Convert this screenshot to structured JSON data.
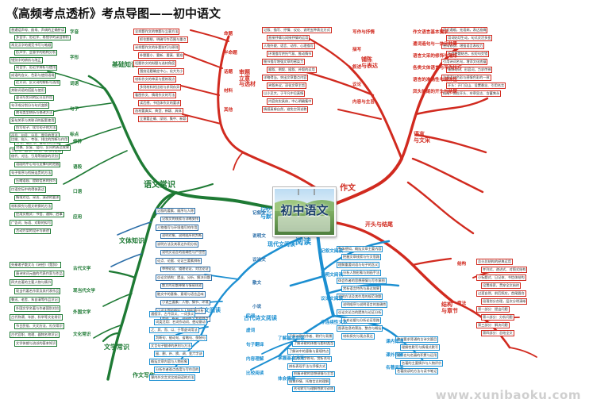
{
  "title": "《高频考点透析》考点导图——初中语文",
  "watermark": "www.xunibaoku.com",
  "center": {
    "label": "初中语文",
    "caption": ""
  },
  "branches": [
    {
      "id": "jichu",
      "label": "基础知识",
      "color": "#1e7a34"
    },
    {
      "id": "wenti",
      "label": "文体知识",
      "color": "#1e7a34"
    },
    {
      "id": "wenxue",
      "label": "文学常识",
      "color": "#1e7a34"
    },
    {
      "id": "yuwen",
      "label": "语文常识",
      "color": "#1e7a34"
    },
    {
      "id": "zuowen",
      "label": "作文",
      "color": "#d12a1f"
    },
    {
      "id": "yuedu",
      "label": "阅读",
      "color": "#1c8fd1"
    }
  ],
  "sub_labels": [
    {
      "id": "shenti",
      "text": "审题\n立意\n与选材",
      "color": "#d12a1f"
    },
    {
      "id": "puchen",
      "text": "铺陈\n与表达",
      "color": "#d12a1f"
    },
    {
      "id": "yuyan",
      "text": "语言\n与文采",
      "color": "#d12a1f"
    },
    {
      "id": "kaitou",
      "text": "开头与结尾",
      "color": "#d12a1f"
    },
    {
      "id": "jiegou",
      "text": "结构\n与章节",
      "color": "#d12a1f"
    },
    {
      "id": "xiandai",
      "text": "现代文阅读",
      "color": "#1c8fd1"
    },
    {
      "id": "wenyan",
      "text": "文言文阅读",
      "color": "#1c8fd1"
    },
    {
      "id": "gudai",
      "text": "古代诗文阅读",
      "color": "#1c8fd1"
    },
    {
      "id": "jizhu",
      "text": "记忆\n与默写",
      "color": "#1c8fd1"
    },
    {
      "id": "zuowenxiezuo",
      "text": "作文写作",
      "color": "#1e7a34"
    }
  ],
  "clusters": [
    {
      "id": "zi-ci",
      "color": "#1e7a34",
      "labels": [
        "字音",
        "字形",
        "词语",
        "句子",
        "标点"
      ],
      "items": [
        "普通话声母、韵母、声调的正确拼读",
        "多音字、形近字、易错字的读音辨析",
        "常见汉字的规范书写与笔顺",
        "形声字、会意字的结构分析",
        "错别字的辨析与改正",
        "同音字、形近字辨析与使用",
        "成语的含义、色彩与使用语境",
        "近义词、反义词的辨析与选用",
        "关联词语的搭配与使用",
        "虚词与实词的区分及作用",
        "句子成分划分与句式变换",
        "病句类型辨析与修改方法",
        "复句关系与关联词的配套使用",
        "仿写句子、续写句子的方法",
        "逗号、句号、分号、冒号的用法",
        "引号、破折号、省略号的作用",
        "书名号、括号、问号、叹号的使用"
      ]
    },
    {
      "id": "xiuci",
      "color": "#1e7a34",
      "labels": [
        "修辞",
        "语段",
        "口语",
        "应用"
      ],
      "items": [
        "比喻、拟人、夸张、排比的判断与作用",
        "对偶、反复、设问、反问的表达效果",
        "借代、对比、引用等修辞的识别",
        "语段的中心句与支撑句的把握",
        "句子排序与衔接连贯的方法",
        "压缩语段、提取信息的技巧",
        "口语交际中的得体表达",
        "情境对话、采访、演讲的要求",
        "材料探究与图文转换的方法",
        "应用文格式：书信、通知、启事",
        "广告词、标语、对联的拟写",
        "活动方案的设计与表述"
      ]
    },
    {
      "id": "wenti-cluster",
      "color": "#2b6ea8",
      "labels": [
        "记叙文",
        "说明文",
        "议论文",
        "散文",
        "小说"
      ],
      "items": [
        "记叙的要素、顺序与人称",
        "记叙文的线索与详略安排",
        "人物描写与环境描写的作用",
        "说明对象、说明顺序的判断",
        "说明方法及其表达作用分析",
        "说明文语言的准确性与严密性",
        "论点、论据、论证三要素辨析",
        "举例论证、道理论证、对比论证",
        "议论文结构：提出、分析、解决问题",
        "散文的形散神聚与情感线索",
        "散文中的意象、意境与语言品味",
        "小说三要素：人物、情节、环境",
        "小说主题的概括与人物形象分析",
        "戏剧、新闻、说明性文本的特点"
      ]
    },
    {
      "id": "wenxue-cluster",
      "color": "#1e7a34",
      "labels": [
        "古代文学",
        "现当代文学",
        "外国文学",
        "文化常识"
      ],
      "items": [
        "先秦诸子散文与《诗经》《楚辞》",
        "唐诗宋词元曲的代表作家与作品",
        "四大名著的主要人物与情节",
        "现当代著名作家及其代表作品",
        "鲁迅、老舍、朱自清等作品识记",
        "外国文学名著与作者国别对应",
        "古代称谓、年龄、科举等文化常识",
        "节日民俗、天文历法、礼仪常识",
        "古代官职、地理、器物名称识记",
        "文学体裁与流派的基本知识"
      ]
    },
    {
      "id": "zuowen-shenti",
      "color": "#d12a1f",
      "labels": [
        "命题",
        "半命题",
        "话题",
        "材料",
        "其他"
      ],
      "items": [
        "全命题作文的审题与立意方法",
        "抓住题眼，明确写作范围与重点",
        "半命题作文的补题技巧与原则",
        "补题要小、要新、要真、要准",
        "话题作文的拟题与选材角度",
        "围绕话题确定中心，化大为小",
        "材料作文的审读与提炼观点",
        "多则材料的比较与求同存异",
        "看图作文、情境作文的写法",
        "读后感、书信体作文的要求",
        "选材要真实、典型、新颖、具体",
        "立意要正确、深刻、集中、新颖"
      ]
    },
    {
      "id": "zuowen-puchen",
      "color": "#d12a1f",
      "labels": [
        "写作与抒情",
        "描写",
        "叙述",
        "议论",
        "内容与主旨"
      ],
      "items": [
        "记叙、描写、抒情、议论、说明五种表达方式",
        "直接抒情与间接抒情的运用",
        "人物外貌、语言、动作、心理描写",
        "环境描写烘托气氛、推动情节",
        "细节描写增强文章的感染力",
        "顺叙、倒叙、插叙、补叙的运用",
        "详略得当，突出文章重点内容",
        "夹叙夹议，深化文章主旨",
        "以小见大，于平凡中见真情",
        "内容充实具体，中心明确集中",
        "情感真挚自然，避免空洞说教"
      ]
    },
    {
      "id": "zuowen-yuyan",
      "color": "#d12a1f",
      "labels": [
        "作文语言基本要求",
        "遣词造句与一体化效果",
        "语言文采的修饰与锤炼",
        "各类文体语言与写作技巧",
        "语言的准确性与得体性",
        "凤头豹尾的开头与结尾"
      ],
      "items": [
        "语言通顺，无语病，表达准确",
        "用词贴切生动，句式灵活多变",
        "善用修辞，增强语言表现力",
        "巧用整散结合，长短句交错",
        "引用诗词名句，增添文化底蕴",
        "锤炼动词、形容词，力求传神",
        "注意语体色彩与感情色彩的一致",
        "开头：开门见山、设置悬念、引用名言",
        "结尾：照应开头、卒章显志、含蓄隽永"
      ]
    },
    {
      "id": "zuowen-jiegou",
      "color": "#d12a1f",
      "labels": [
        "结构",
        "章法"
      ],
      "items": [
        "总分总结构的经典运用",
        "并列式、递进式、对照式结构",
        "小标题式、日记体、书信体结构",
        "设置线索，贯穿全文始终",
        "过渡自然，前后照应，首尾圆合",
        "段落划分合理，层次分明清晰",
        "第一部分：提出问题",
        "第二部分：分析问题",
        "第三部分：解决问题",
        "第四部分：总结全文"
      ]
    },
    {
      "id": "yuedu-xiandai",
      "color": "#1c8fd1",
      "labels": [
        "记叙文阅读",
        "说明文阅读",
        "议论文阅读",
        "非连续性文本"
      ],
      "items": [
        "整体感知，概括文章主要内容",
        "把握文章线索与行文思路",
        "理解重要词语与句子的含义",
        "分析人物形象与刻画手法",
        "体会作者的思想感情与写作意图",
        "赏析语言特色与表达效果",
        "说明方法及其作用的规范答题",
        "说明顺序与说明语言的准确性",
        "议论文论点的提炼与论证分析",
        "补充论据与分析论证思路",
        "图表信息的筛选、整合与概括",
        "材料探究与观点表达"
      ]
    },
    {
      "id": "yuedu-wenyan",
      "color": "#1c8fd1",
      "labels": [
        "实词",
        "虚词",
        "句子翻译",
        "内容理解",
        "比较阅读"
      ],
      "items": [
        "通假字、古今异义、一词多义",
        "词类活用：名词作动词、使动意动",
        "之、其、而、以、于等虚词用法",
        "判断句、被动句、省略句、倒装句",
        "文言句子翻译的原则与方法",
        "留、删、补、换、调、变六字诀",
        "概括文章内容与人物形象",
        "分析作者观点态度与写作目的",
        "课内外文言文比较阅读的方法"
      ]
    },
    {
      "id": "yuedu-gudai",
      "color": "#1c8fd1",
      "labels": [
        "了解基本内容",
        "掌握基本方法",
        "体会情感"
      ],
      "items": [
        "了解诗歌的作者、朝代与背景",
        "了解诗歌的体裁与题材类型",
        "了解诗中的意象与意境特点",
        "品味炼字炼句，赏析名句",
        "辨析表现手法与抒情方式",
        "把握诗歌的思想感情与主旨",
        "借景抒情、托物言志的理解",
        "名句默写与理解性默写训练"
      ]
    },
    {
      "id": "jizhu-cluster",
      "color": "#1c8fd1",
      "labels": [
        "课内背诵",
        "课外积累",
        "名著阅读"
      ],
      "items": [
        "教材要求背诵的古诗文篇目",
        "理解性默写与情境式默写",
        "课外名句名篇的积累与运用",
        "名著的主要情节与人物评价",
        "名著阅读的方法与读书笔记"
      ]
    }
  ]
}
